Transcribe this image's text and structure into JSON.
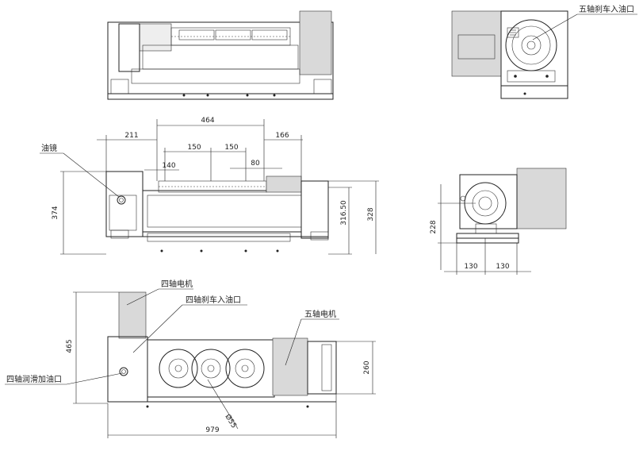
{
  "labels": {
    "oil_mirror": "油镜",
    "fifth_axis_brake_oil_inlet": "五轴刹车入油口",
    "fourth_axis_motor": "四轴电机",
    "fourth_axis_brake_oil_inlet": "四轴刹车入油口",
    "fifth_axis_motor": "五轴电机",
    "fourth_axis_lubrication_inlet": "四轴润滑加油口"
  },
  "dimensions": {
    "front_overall": "464",
    "front_left": "211",
    "front_right": "166",
    "front_pitch_1": "150",
    "front_pitch_2": "150",
    "front_offset_left": "140",
    "front_offset_right": "80",
    "front_height_left": "374",
    "front_height_center": "316.50",
    "front_height_right": "328",
    "side_height": "228",
    "side_half_left": "130",
    "side_half_right": "130",
    "plan_height": "465",
    "plan_depth": "260",
    "plan_length": "979",
    "plan_diameter": "Ø55"
  },
  "colors": {
    "line": "#222222",
    "fill_gray": "#d9d9d9",
    "background": "#ffffff"
  }
}
